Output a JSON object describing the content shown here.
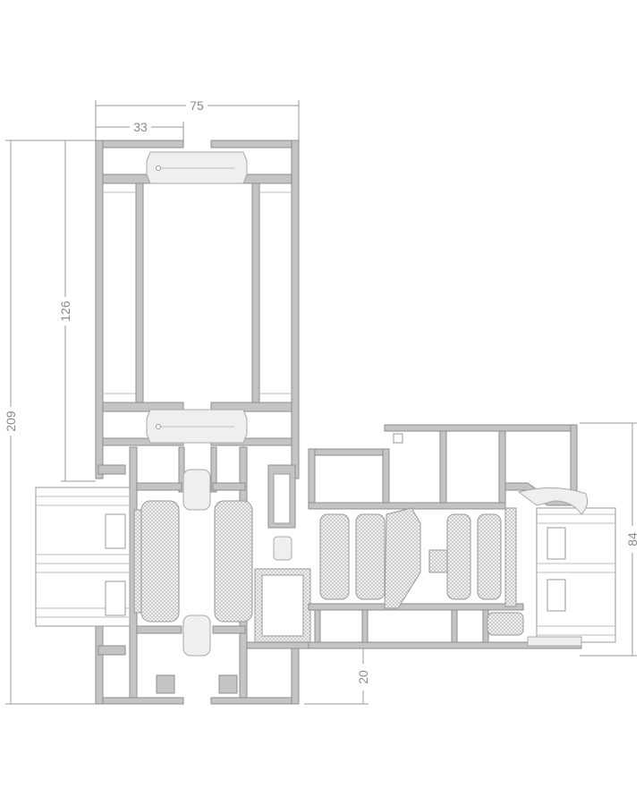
{
  "drawing": {
    "dimensions": {
      "overall_width": "75",
      "half_width": "33",
      "upper_height": "126",
      "total_height": "209",
      "sash_height": "84",
      "sill_offset": "20"
    }
  }
}
